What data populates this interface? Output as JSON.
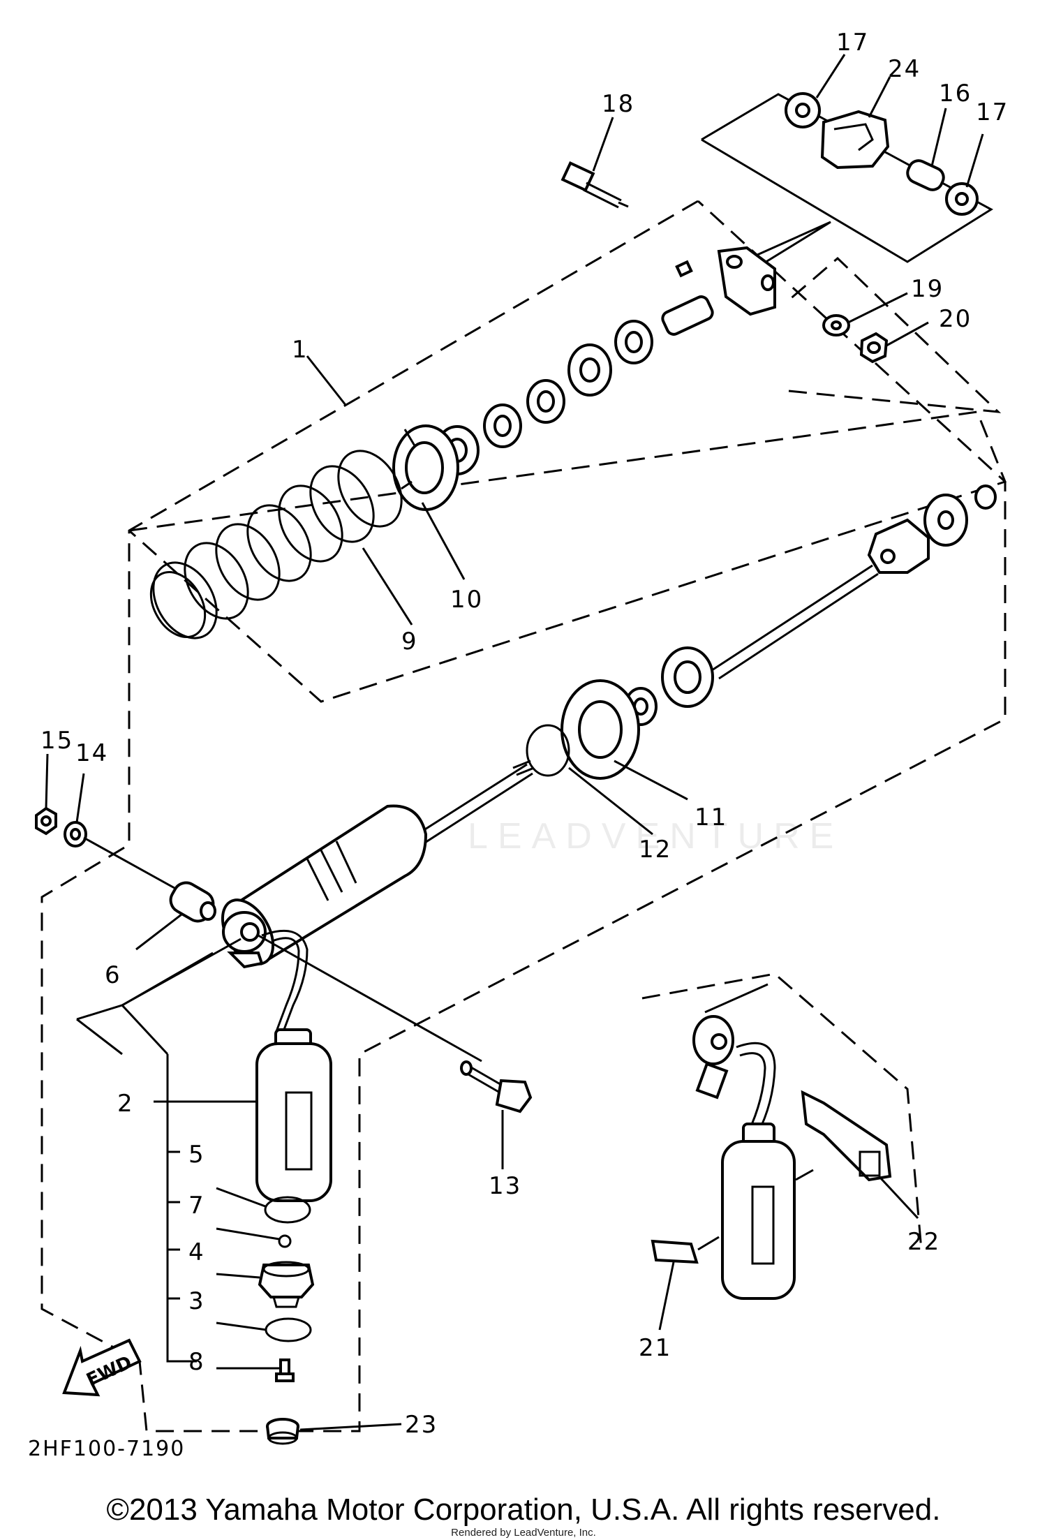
{
  "diagram": {
    "callouts": {
      "c1": "1",
      "c2": "2",
      "c3": "3",
      "c4": "4",
      "c5": "5",
      "c6": "6",
      "c7": "7",
      "c8": "8",
      "c9": "9",
      "c10": "10",
      "c11": "11",
      "c12": "12",
      "c13": "13",
      "c14": "14",
      "c15": "15",
      "c16": "16",
      "c17a": "17",
      "c17b": "17",
      "c18": "18",
      "c19": "19",
      "c20": "20",
      "c21": "21",
      "c22": "22",
      "c23": "23",
      "c24": "24"
    },
    "figure_code": "2HF100-7190",
    "fwd_label": "FWD",
    "watermark_text": "LEADVENTURE"
  },
  "footer": {
    "copyright": "©2013 Yamaha Motor Corporation, U.S.A. All rights reserved.",
    "rendered_by": "Rendered by LeadVenture, Inc."
  }
}
